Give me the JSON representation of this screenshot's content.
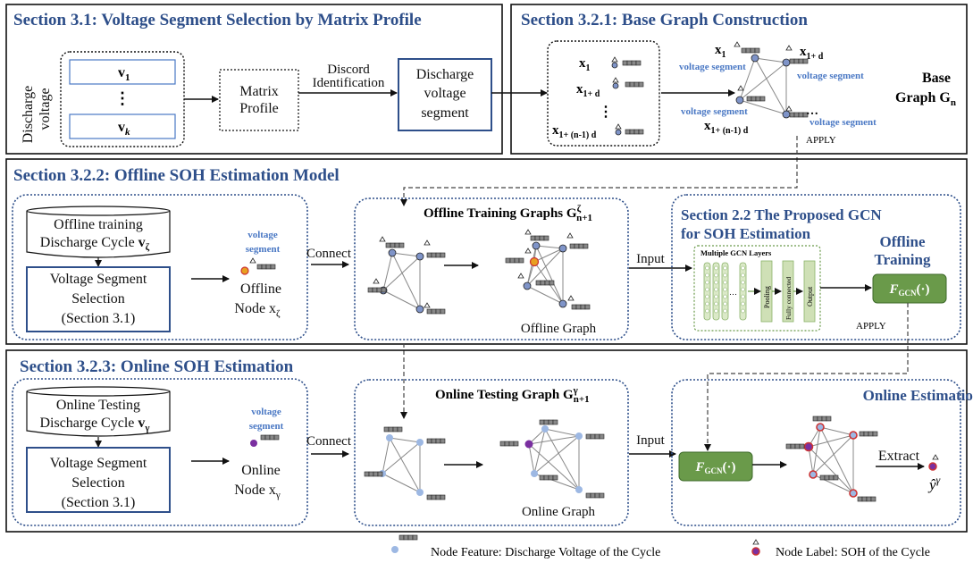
{
  "sections": {
    "s31": "Section 3.1: Voltage Segment Selection by Matrix Profile",
    "s321": "Section 3.2.1: Base Graph Construction",
    "s322": "Section 3.2.2: Offline SOH Estimation Model",
    "s323": "Section 3.2.3: Online SOH Estimation",
    "s22a": "Section 2.2 The Proposed GCN",
    "s22b": "for SOH Estimation"
  },
  "s31": {
    "ylabel1": "Discharge",
    "ylabel2": "voltage",
    "v1": "v",
    "v1sub": "1",
    "vdots": "⋮",
    "vk": "v",
    "vksub": "k",
    "mp1": "Matrix",
    "mp2": "Profile",
    "discord1": "Discord",
    "discord2": "Identification",
    "seg1": "Discharge",
    "seg2": "voltage",
    "seg3": "segment"
  },
  "s321": {
    "x1": "x",
    "x1sub": "1",
    "x1d": "x",
    "x1dsub": "1+ d",
    "xdots": "⋮",
    "xn": "x",
    "xnsub": "1+ (n-1) d",
    "gx1": "x",
    "gx1sub": "1",
    "gx1d": "x",
    "gx1dsub": "1+ d",
    "gxn": "x",
    "gxnsub": "1+ (n-1) d",
    "gdots": "…",
    "vs": "voltage segment",
    "base1": "Base",
    "base2": "Graph G",
    "base2sub": "n",
    "apply": "APPLY"
  },
  "s322": {
    "train1": "Offline training",
    "train2": "Discharge Cycle ",
    "train2v": "v",
    "train2sub": "ζ",
    "sel1": "Voltage Segment",
    "sel2": "Selection",
    "sel3": "(Section 3.1)",
    "vs1": "voltage",
    "vs2": "segment",
    "node1": "Offline",
    "node2": "Node x",
    "node2sub": "ζ",
    "connect": "Connect",
    "graphs": "Offline Training Graphs G",
    "graphs_sup": "ζ",
    "graphs_sub": "n+1",
    "graph_caption": "Offline Graph",
    "input": "Input",
    "layers": "Multiple GCN Layers",
    "pooling": "Pooling",
    "fc": "Fully connected",
    "output": "Output",
    "gdots": "…",
    "train_a": "Offline",
    "train_b": "Training",
    "fgcn": "F",
    "fgcn_sub": "GCN",
    "fgcn_arg": "(·)",
    "apply": "APPLY"
  },
  "s323": {
    "test1": "Online Testing",
    "test2": "Discharge Cycle ",
    "test2v": "v",
    "test2sub": "γ",
    "sel1": "Voltage Segment",
    "sel2": "Selection",
    "sel3": "(Section 3.1)",
    "vs1": "voltage",
    "vs2": "segment",
    "node1": "Online",
    "node2": "Node  x",
    "node2sub": "γ",
    "connect": "Connect",
    "graph": "Online Testing Graph G",
    "graph_sup": "γ",
    "graph_sub": "n+1",
    "graph_caption": "Online Graph",
    "input": "Input",
    "estimation": "Online Estimation",
    "fgcn": "F",
    "fgcn_sub": "GCN",
    "fgcn_arg": "(·)",
    "extract": "Extract",
    "yhat": "ŷ",
    "yhat_sup": "γ"
  },
  "legend": {
    "feature": "Node Feature: Discharge Voltage of the Cycle",
    "label": "Node Label: SOH of the Cycle"
  },
  "colors": {
    "heading": "#2e4f8a",
    "blue_text": "#4a78c4",
    "node_fill": "#7f94c8",
    "node_light": "#9db8e3",
    "gcn_green": "#6a9a4a",
    "highlight": "#e8a020",
    "red_ring": "#cc3333",
    "purple": "#7a2fa0"
  }
}
